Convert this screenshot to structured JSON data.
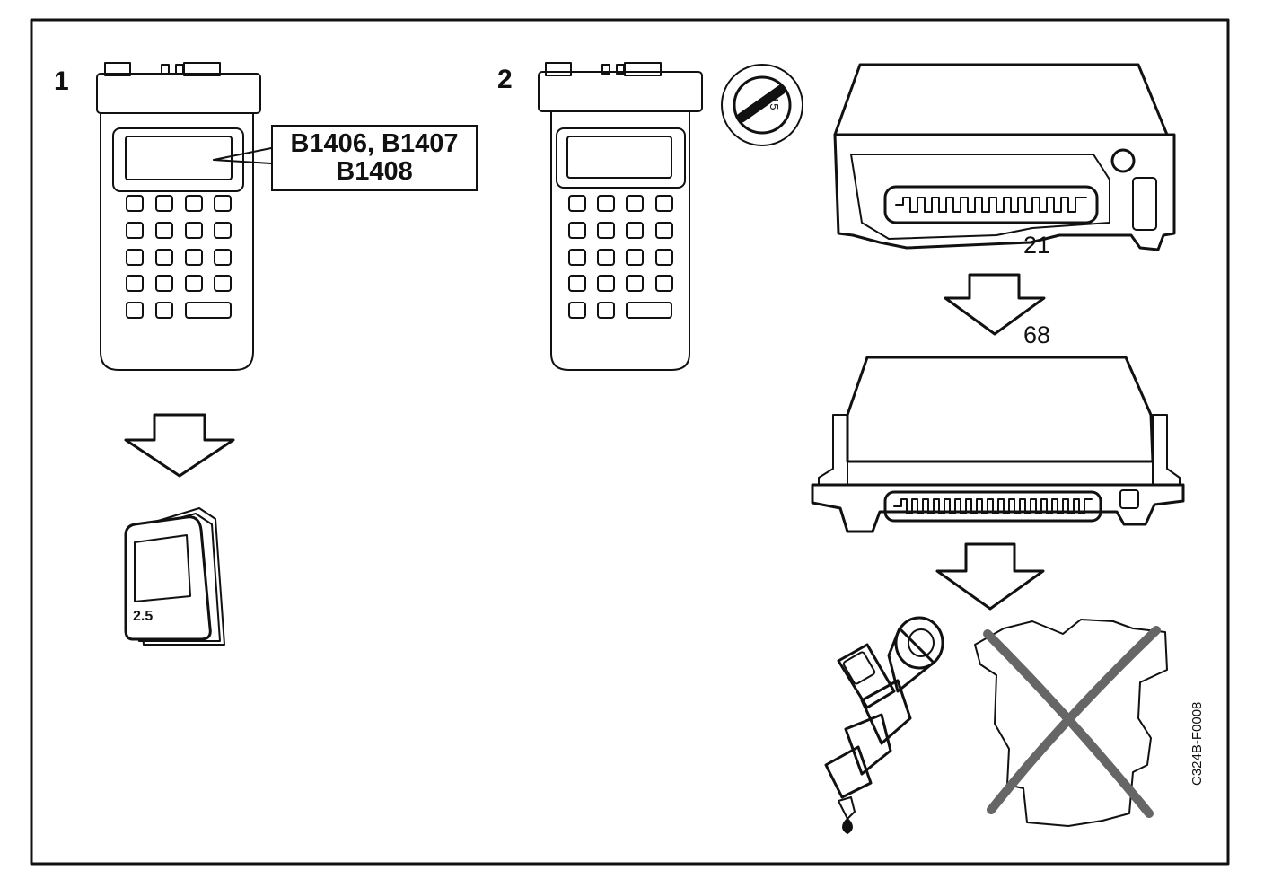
{
  "steps": {
    "step1": "1",
    "step2": "2"
  },
  "trouble_codes": {
    "line1": "B1406, B1407",
    "line2": "B1408"
  },
  "manual_label": "2.5",
  "ignition_position": "15",
  "pin_counts": {
    "old_connector": "21",
    "new_connector": "68"
  },
  "figure_id": "C324B-F0008"
}
